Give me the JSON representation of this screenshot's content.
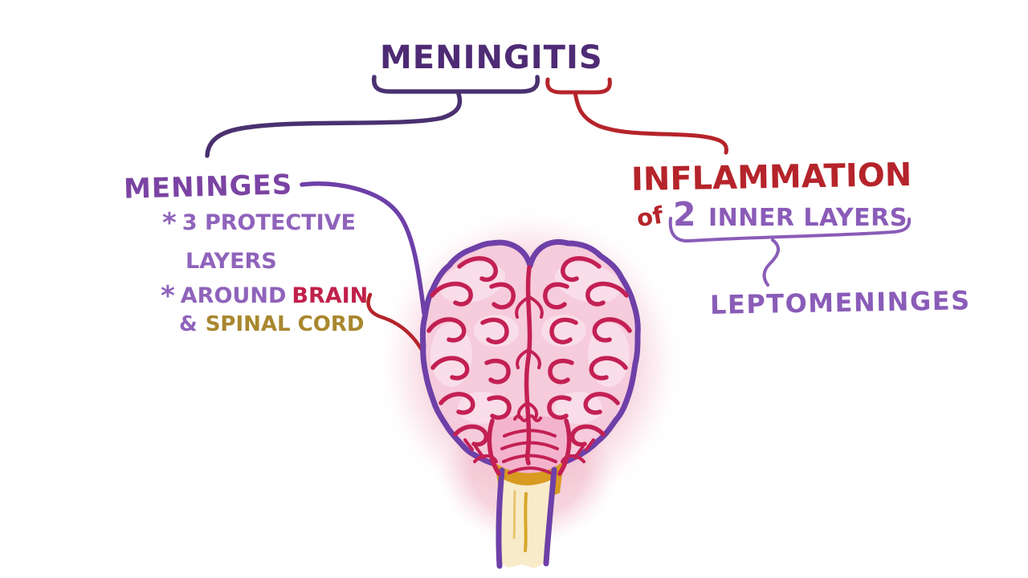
{
  "title": "MENINGITIS",
  "left_panel": {
    "heading": "MENINGES",
    "bullet_marker": "*",
    "bullet1_line1": "3 PROTECTIVE",
    "bullet1_line2": "LAYERS",
    "bullet2_word1": "AROUND",
    "bullet2_word2": "BRAIN",
    "bullet2_line2_amp": "&",
    "bullet2_line2_text": "SPINAL CORD"
  },
  "right_panel": {
    "heading": "INFLAMMATION",
    "of_label": "of",
    "layers_number": "2",
    "layers_text": "INNER LAYERS",
    "result_label": "LEPTOMENINGES"
  },
  "colors": {
    "title_purple": "#4e2b74",
    "connector_purple": "#4a3170",
    "red": "#b5242a",
    "heading_purple": "#7b43a3",
    "light_purple": "#8f63bb",
    "brain_text_red": "#c1204b",
    "gold": "#a9872e",
    "lepto_purple": "#8a5cb8",
    "brain_fill_pink": "#f6cbdb",
    "brain_line_crimson": "#c32053",
    "brain_outline_purple": "#6e40a8",
    "stem_cream": "#f8ebca",
    "stem_gold": "#d89a21",
    "glow_pink": "#f0b4c6"
  }
}
